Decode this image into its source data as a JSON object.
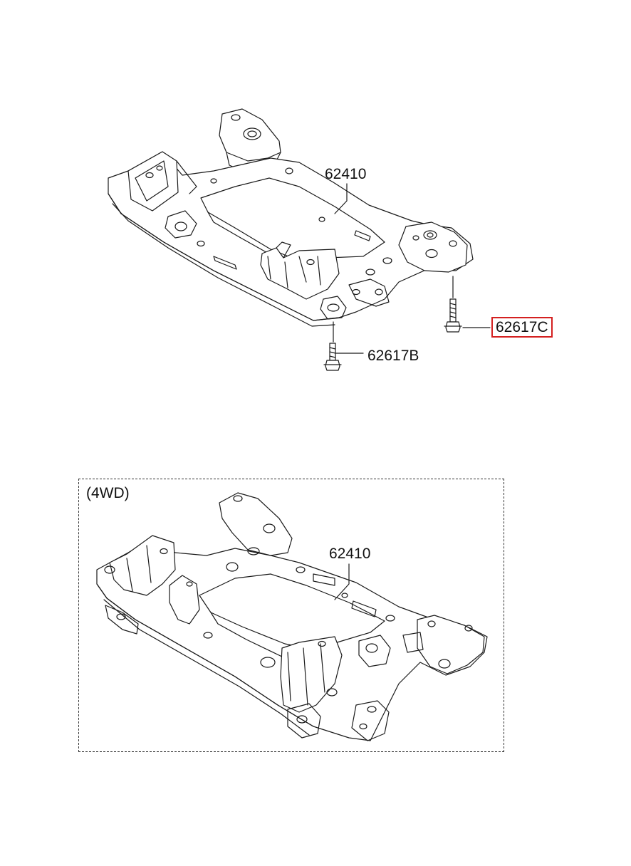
{
  "diagram": {
    "top_assembly": {
      "part_crossmember": "62410",
      "part_bolt_b": "62617B",
      "part_bolt_c": "62617C",
      "highlighted_part": "62617C",
      "highlight_color": "#d42020"
    },
    "bottom_assembly": {
      "group_label": "(4WD)",
      "part_crossmember": "62410"
    },
    "line_color": "#1a1a1a"
  }
}
